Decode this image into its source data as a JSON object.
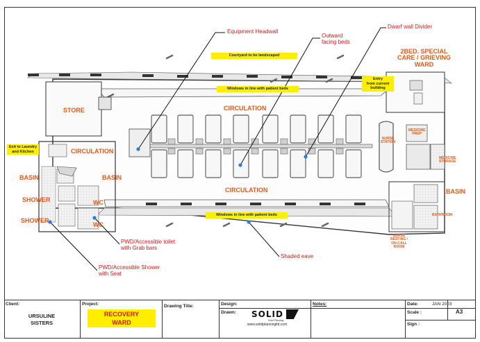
{
  "callouts": {
    "equipment_headwall": "Equipment Headwall",
    "outward_beds": "Outward\nfacing beds",
    "dwarf_wall": "Dwarf wall Divider",
    "pwd_toilet": "PWD/Accessible toilet\nwith Grab bars",
    "pwd_shower": "PWD/Accessible Shower\nwith Seat",
    "shaded_eave": "Shaded eave"
  },
  "rooms": {
    "special_care": "2BED. SPECIAL\nCARE / GRIEVING\nWARD",
    "store": "STORE",
    "circulation_top": "CIRCULATION",
    "circulation_left": "CIRCULATION",
    "circulation_bottom": "CIRCULATION",
    "basin_left": "BASIN",
    "basin_mid": "BASIN",
    "basin_right": "BASIN",
    "shower_1": "SHOWER",
    "shower_2": "SHOWER",
    "wc_1": "WC",
    "wc_2": "WC",
    "nurse_station": "NURSE\nSTATION",
    "medicine_prep": "MEDICINE\nPREP",
    "medicine_storage": "MEDICINE\nSTORAGE",
    "bathroom": "BATHROOM",
    "nurse_resting": "NURSE\nRESTING /\nON-CALL\nROOM"
  },
  "notes": {
    "courtyard": "Courtyard to be landscaped",
    "windows_top": "Windows in line with patient beds",
    "windows_bottom": "Windows in line with patient beds",
    "entry": "Entry\nfrom current\nbuilding",
    "exit": "Exit to Laundry\nand Kitchen"
  },
  "title_block": {
    "client_label": "Client:",
    "client_value": "URSULINE\nSISTERS",
    "project_label": "Project:",
    "project_value": "RECOVERY\nWARD",
    "drawing_title_label": "Drawing Title:",
    "design_label": "Design:",
    "drawn_label": "Drawn:",
    "logo_text": "SOLID",
    "logo_tagline": "Solid Planning",
    "logo_url": "www.solidplanningltd.com",
    "notes_label": "Notes:",
    "date_label": "Date:",
    "date_value": "JAN 2023",
    "scale_label": "Scale :",
    "sheet_size": "A3",
    "sign_label": "Sign :"
  },
  "colors": {
    "label_orange": "#e05a1a",
    "callout_red": "#d81b1b",
    "highlight_yellow": "#ffee00",
    "project_yellow": "#ffee00"
  }
}
